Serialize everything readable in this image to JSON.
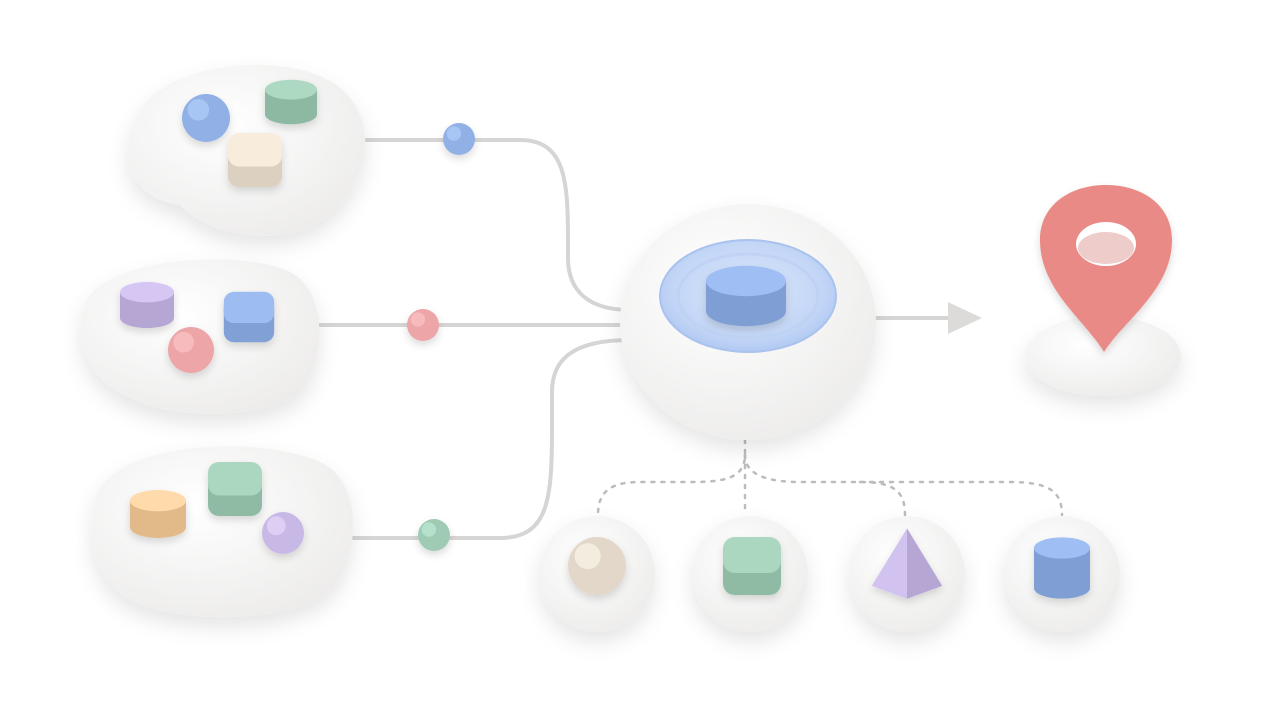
{
  "colors": {
    "background": "#ffffff",
    "platform": "#f3f2f1",
    "connector": "#d6d5d4",
    "blue": "#91b0e6",
    "green": "#9fcbb5",
    "cream": "#ece0d1",
    "purple": "#c7b8e6",
    "pink": "#eda5a8",
    "peach": "#f4cc9c",
    "beige": "#e2d7c9",
    "pin": "#e98a86"
  },
  "sources": [
    {
      "shapes": [
        {
          "kind": "sphere",
          "color": "blue"
        },
        {
          "kind": "cylinder",
          "color": "green"
        },
        {
          "kind": "cube",
          "color": "cream"
        }
      ],
      "bead": "blue"
    },
    {
      "shapes": [
        {
          "kind": "cylinder",
          "color": "purple"
        },
        {
          "kind": "cube",
          "color": "blue"
        },
        {
          "kind": "sphere",
          "color": "pink"
        }
      ],
      "bead": "pink"
    },
    {
      "shapes": [
        {
          "kind": "cylinder",
          "color": "peach"
        },
        {
          "kind": "cube",
          "color": "green"
        },
        {
          "kind": "sphere",
          "color": "purple"
        }
      ],
      "bead": "green"
    }
  ],
  "hub": {
    "core": "blue"
  },
  "destination": {
    "icon": "location-pin-icon",
    "color": "pin"
  },
  "outputs": [
    {
      "kind": "sphere",
      "color": "beige"
    },
    {
      "kind": "cube",
      "color": "green"
    },
    {
      "kind": "pyramid",
      "color": "purple"
    },
    {
      "kind": "cylinder",
      "color": "blue"
    }
  ]
}
